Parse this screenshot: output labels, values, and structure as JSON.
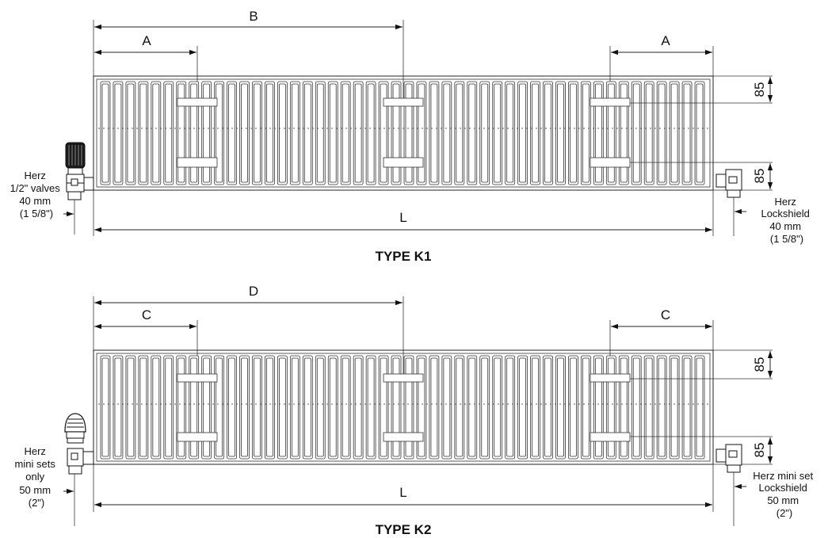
{
  "k1": {
    "title": "TYPE K1",
    "dim_a_left": "A",
    "dim_b": "B",
    "dim_a_right": "A",
    "dim_l": "L",
    "dim_85_top": "85",
    "dim_85_bottom": "85",
    "left_valve_note": [
      "Herz",
      "1/2\" valves",
      "40 mm",
      "(1 5/8\")"
    ],
    "right_valve_note": [
      "Herz",
      "Lockshield",
      "40 mm",
      "(1 5/8\")"
    ]
  },
  "k2": {
    "title": "TYPE K2",
    "dim_c_left": "C",
    "dim_d": "D",
    "dim_c_right": "C",
    "dim_l": "L",
    "dim_85_top": "85",
    "dim_85_bottom": "85",
    "left_valve_note": [
      "Herz",
      "mini sets",
      "only",
      "50 mm",
      "(2\")"
    ],
    "right_valve_note": [
      "Herz mini set",
      "Lockshield",
      "50 mm",
      "(2\")"
    ]
  },
  "colors": {
    "line": "#222222",
    "background": "#ffffff"
  }
}
